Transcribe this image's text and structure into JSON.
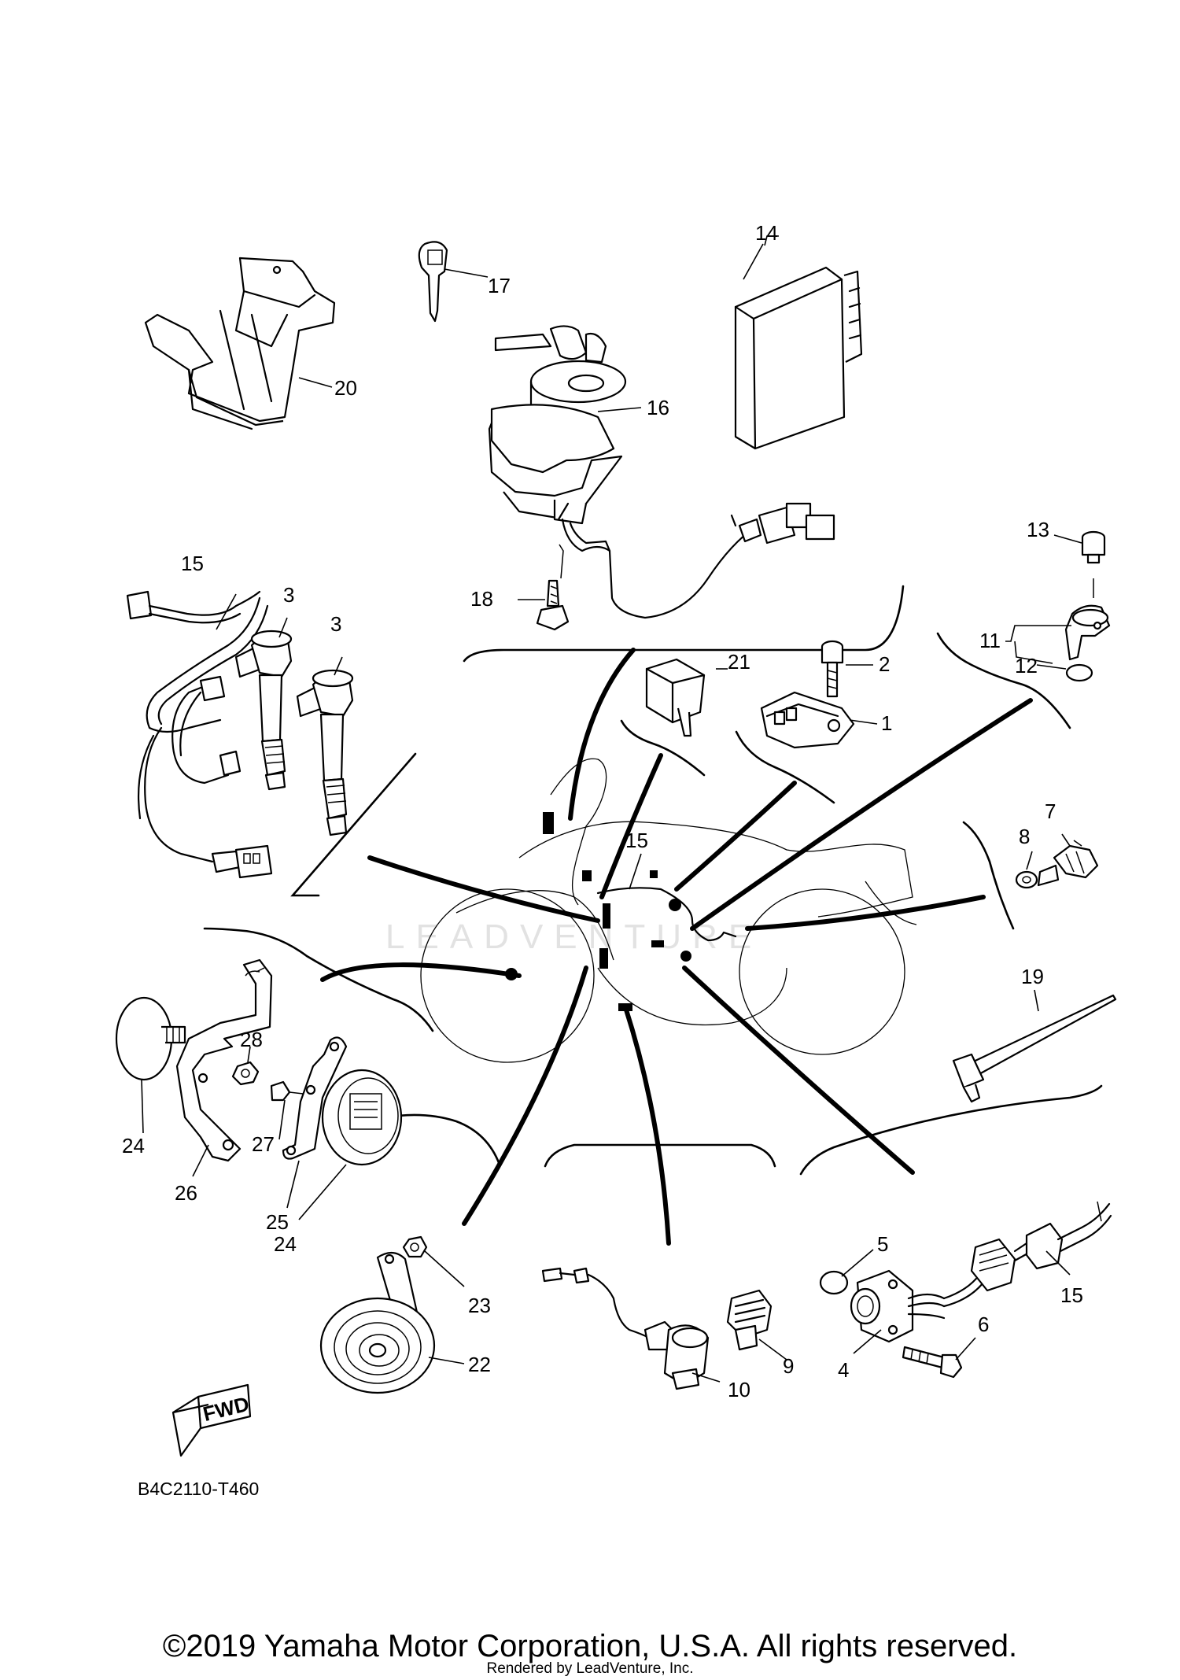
{
  "diagram": {
    "drawing_code": "B4C2110-T460",
    "direction_label": "FWD",
    "watermark": "LEADVENTURE",
    "callouts": {
      "c1": "1",
      "c2": "2",
      "c3a": "3",
      "c3b": "3",
      "c4": "4",
      "c5": "5",
      "c6": "6",
      "c7": "7",
      "c8": "8",
      "c9": "9",
      "c10": "10",
      "c11": "11",
      "c12": "12",
      "c13": "13",
      "c14": "14",
      "c15a": "15",
      "c15b": "15",
      "c15c": "15",
      "c16": "16",
      "c17": "17",
      "c18": "18",
      "c19": "19",
      "c20": "20",
      "c21": "21",
      "c22": "22",
      "c23": "23",
      "c24a": "24",
      "c24b": "24",
      "c25": "25",
      "c26": "26",
      "c27": "27",
      "c28": "28"
    }
  },
  "footer": {
    "copyright": "©2019 Yamaha Motor Corporation, U.S.A. All rights reserved.",
    "rendered_by": "Rendered by LeadVenture, Inc."
  }
}
